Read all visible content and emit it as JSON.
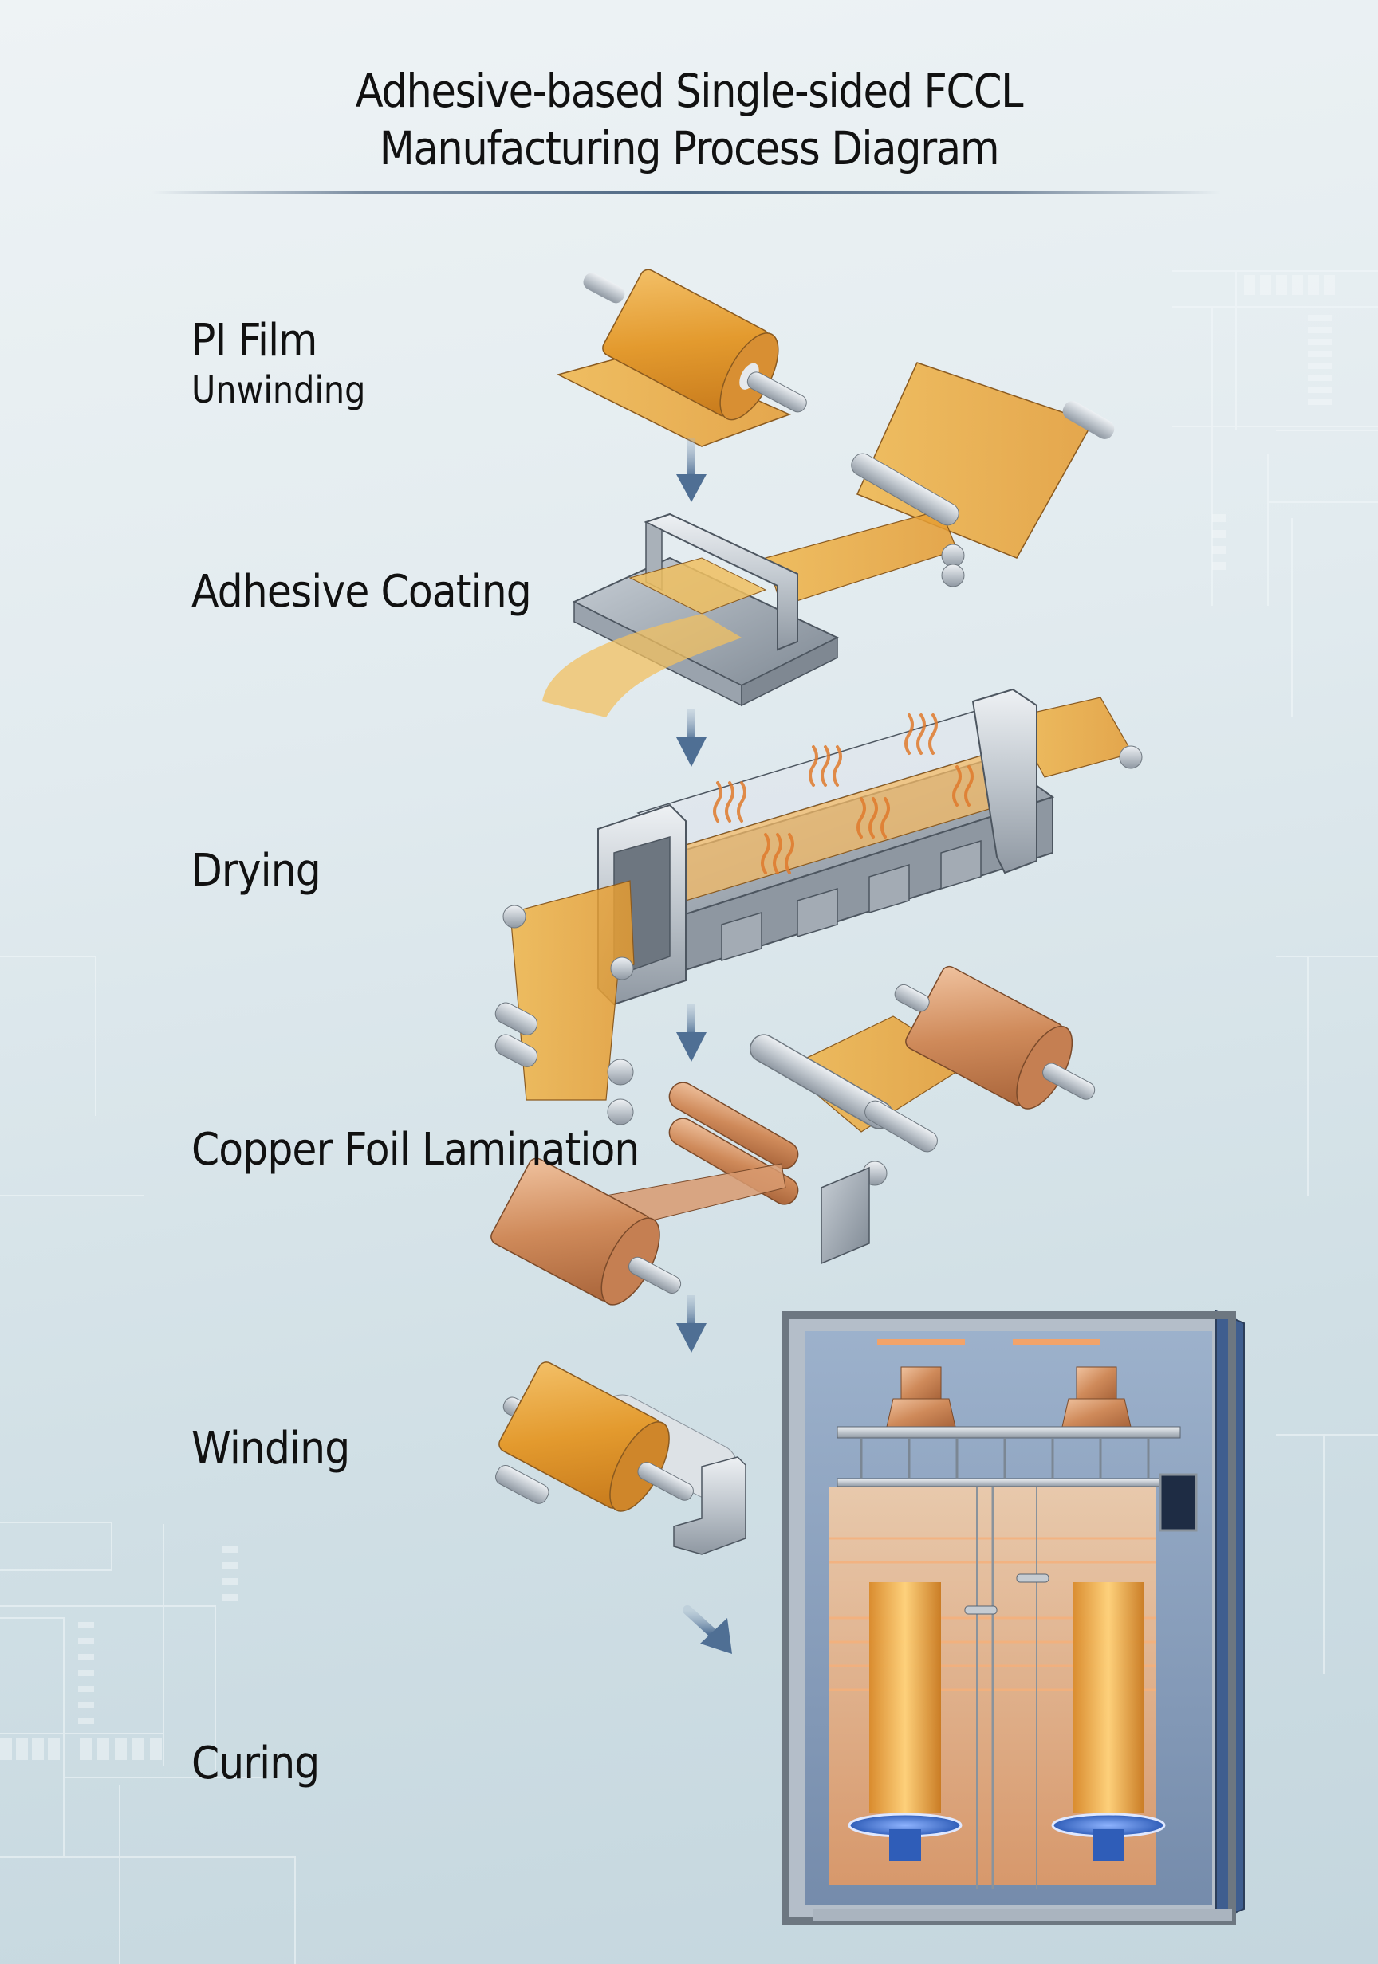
{
  "title": {
    "line1": "Adhesive-based Single-sided FCCL",
    "line2": "Manufacturing Process Diagram"
  },
  "steps": [
    {
      "label": "PI Film",
      "sublabel": "Unwinding",
      "illustration": "pi-film-roll-icon"
    },
    {
      "label": "Adhesive Coating",
      "illustration": "coating-head-icon"
    },
    {
      "label": "Drying",
      "illustration": "drying-oven-icon"
    },
    {
      "label": "Copper Foil Lamination",
      "illustration": "lamination-rollers-icon"
    },
    {
      "label": "Winding",
      "illustration": "winding-roll-icon"
    },
    {
      "label": "Curing",
      "illustration": "curing-oven-icon"
    }
  ],
  "colors": {
    "pi_film": "#e8a73a",
    "copper": "#c9875a",
    "steel": "#b8bfc6",
    "arrow": "#4f6f94",
    "text": "#111111"
  }
}
